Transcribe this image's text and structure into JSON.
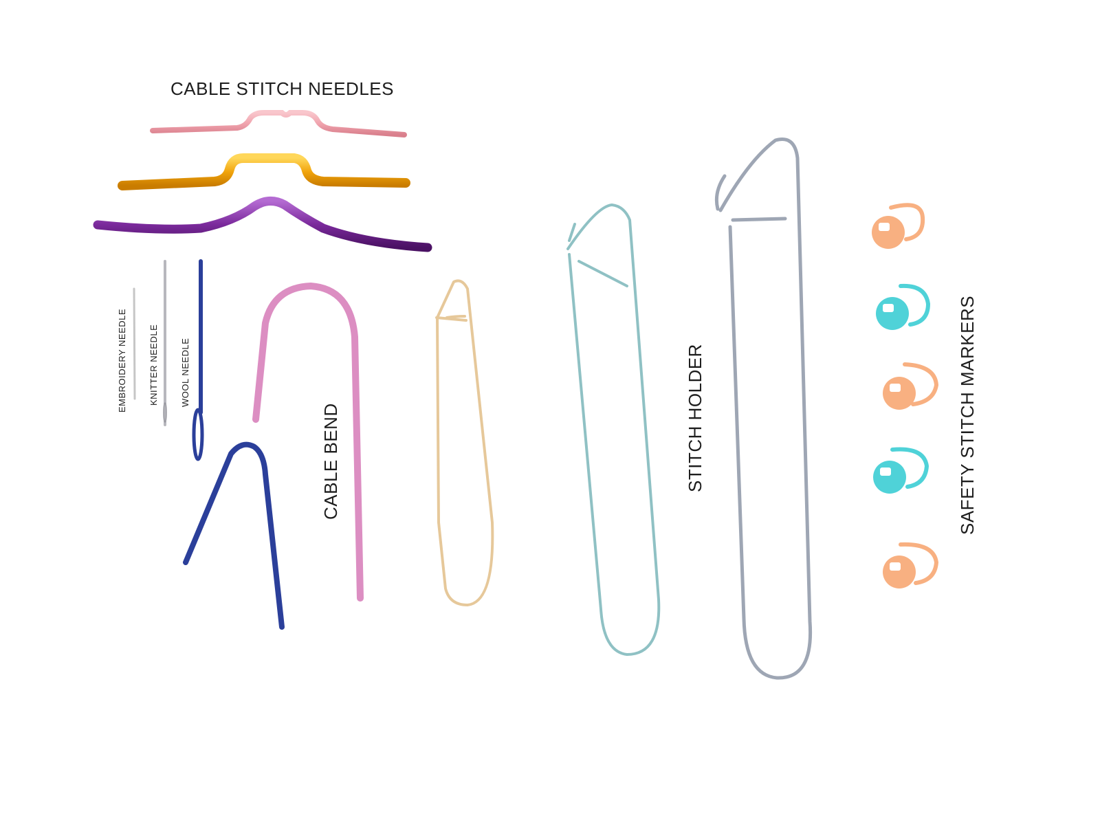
{
  "labels": {
    "cable_stitch_needles": "CABLE STITCH NEEDLES",
    "embroidery_needle": "EMBROIDERY NEEDLE",
    "knitter_needle": "KNITTER NEEDLE",
    "wool_needle": "WOOL NEEDLE",
    "cable_bend": "CABLE BEND",
    "stitch_holder": "STITCH HOLDER",
    "safety_stitch_markers": "SAFETY STITCH MARKERS"
  },
  "colors": {
    "background": "#ffffff",
    "pink_needle": "#f0a3ad",
    "gold_needle": "#f1a40c",
    "purple_needle": "#7b2a9c",
    "blue_tool": "#2b3f9a",
    "pink_bend": "#dc8ec2",
    "gold_holder": "#e6c89a",
    "teal_holder": "#8fc1c4",
    "silver_holder": "#9ea6b4",
    "marker_orange": "#f8b081",
    "marker_cyan": "#4fd2d8"
  }
}
